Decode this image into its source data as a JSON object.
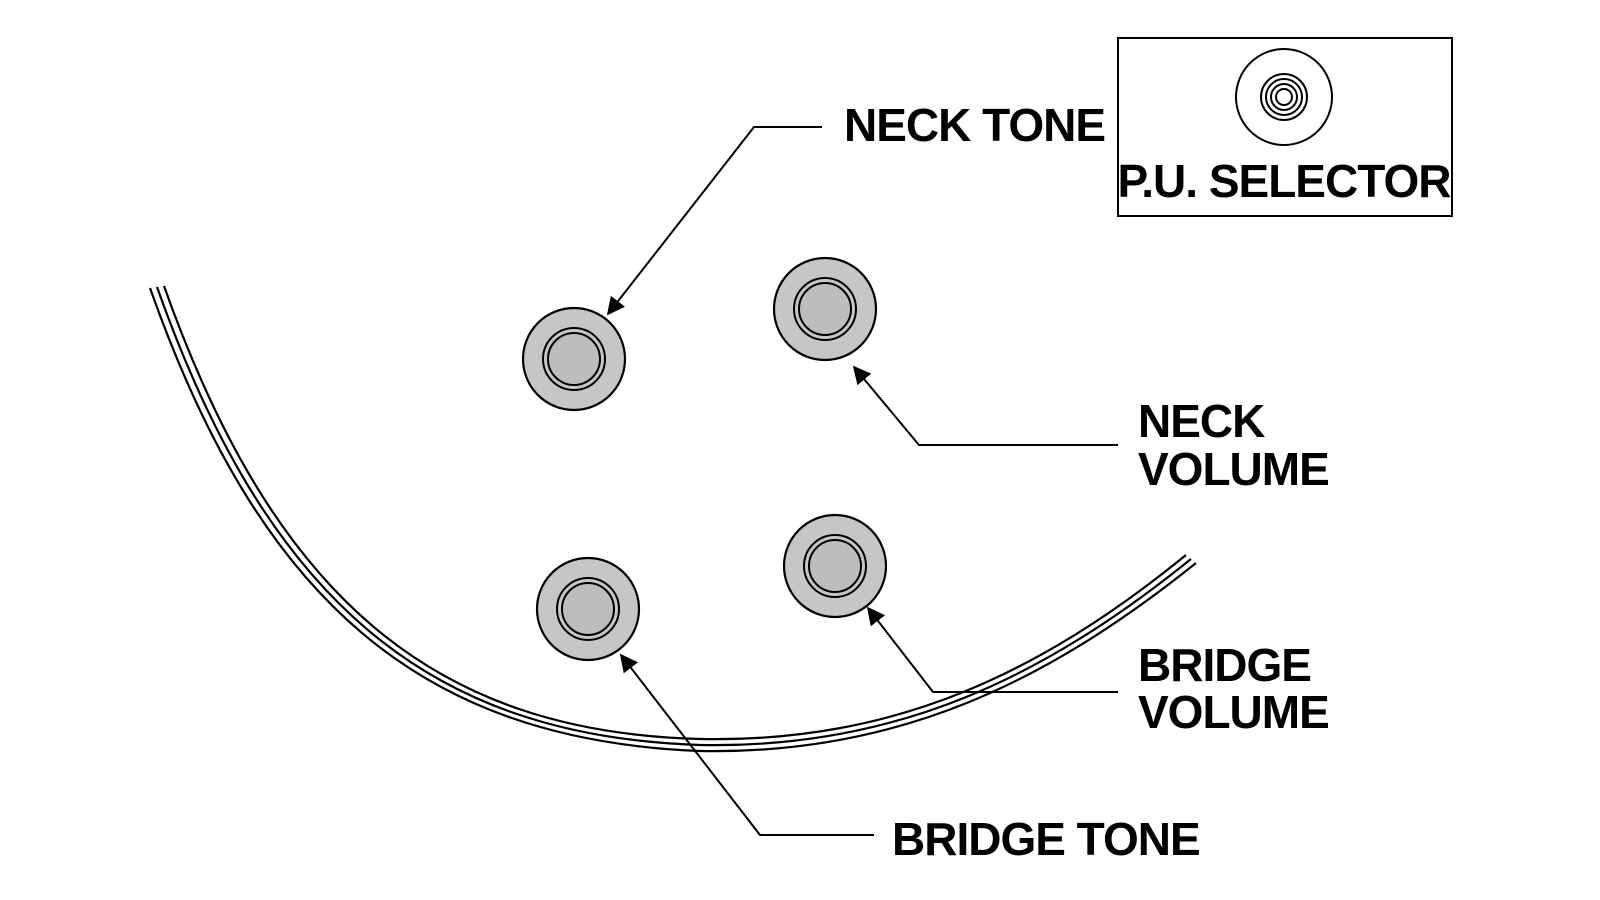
{
  "labels": {
    "neck_tone": "NECK TONE",
    "neck_volume_line1": "NECK",
    "neck_volume_line2": "VOLUME",
    "bridge_volume_line1": "BRIDGE",
    "bridge_volume_line2": "VOLUME",
    "bridge_tone": "BRIDGE TONE",
    "pu_selector": "P.U. SELECTOR"
  },
  "colors": {
    "knob_fill": "#c6c6c6",
    "line": "#000000",
    "background": "#ffffff"
  },
  "icons": {
    "knob": "knob-icon",
    "pickup_selector": "pickup-selector-icon"
  }
}
